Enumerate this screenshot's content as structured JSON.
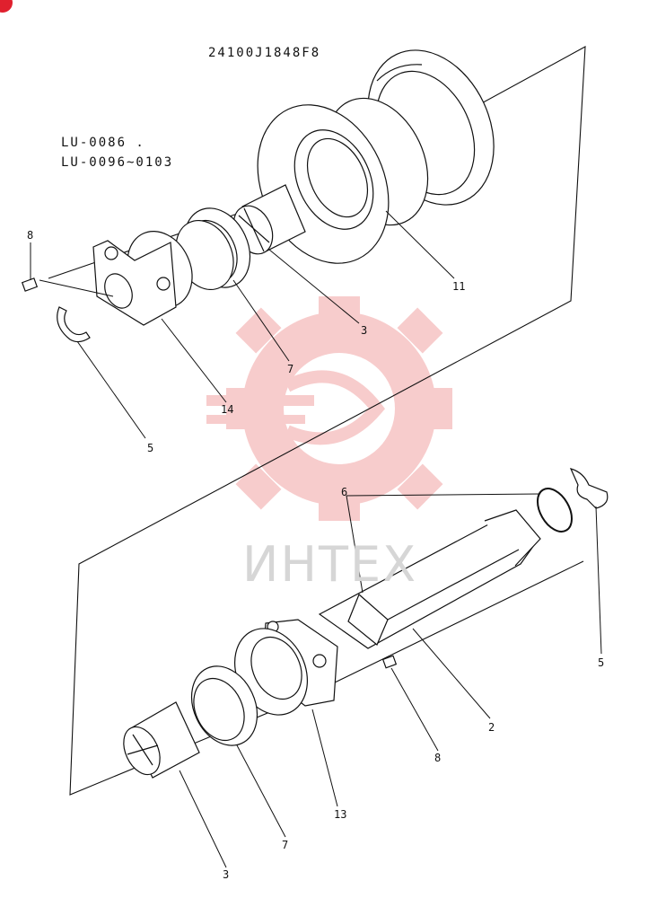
{
  "header": {
    "part_number": "24100J1848F8",
    "serial_line1": "LU-0086 .",
    "serial_line2": "LU-0096~0103"
  },
  "watermark": {
    "text": "ИНТЕХ",
    "color": "#f2b8b8"
  },
  "callouts": {
    "top": [
      "8",
      "14",
      "7",
      "3",
      "11",
      "5"
    ],
    "bottom": [
      "6",
      "5",
      "2",
      "8",
      "13",
      "7",
      "3"
    ]
  },
  "colors": {
    "line": "#111111",
    "corner_badge": "#e0202e"
  }
}
